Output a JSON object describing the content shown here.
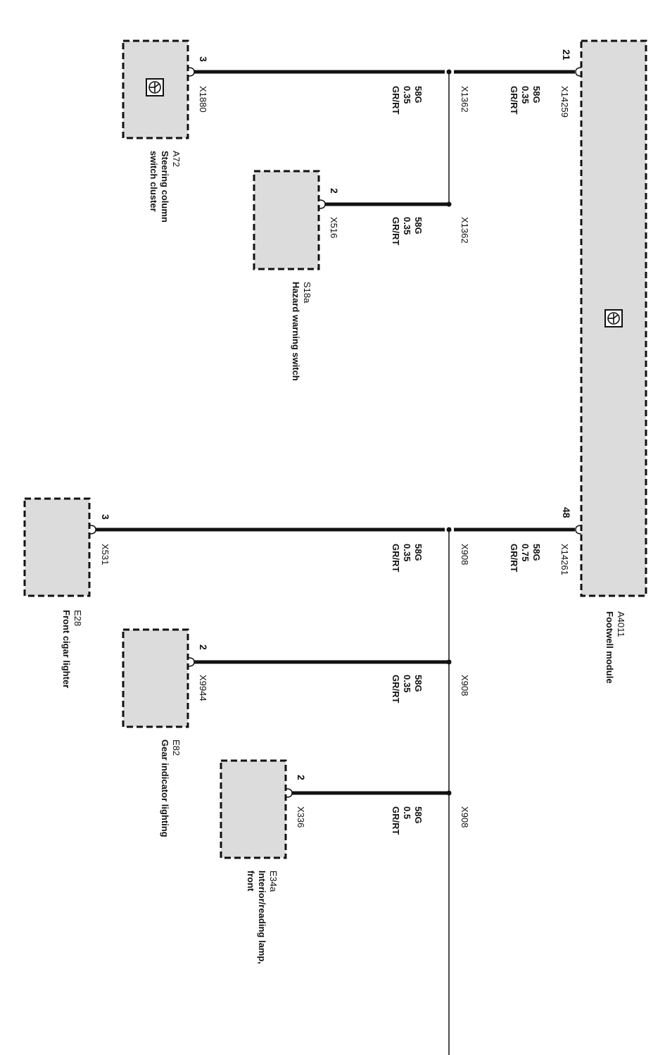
{
  "components": {
    "a4011": {
      "id": "A4011",
      "name": "Footwell module"
    },
    "a72": {
      "id": "A72",
      "name_line1": "Steering column",
      "name_line2": "switch cluster"
    },
    "s18a": {
      "id": "S18a",
      "name": "Hazard warning switch"
    },
    "e28": {
      "id": "E28",
      "name": "Front cigar lighter"
    },
    "e82": {
      "id": "E82",
      "name": "Gear indicator lighting"
    },
    "e34a": {
      "id": "E34a",
      "name_line1": "Interior/reading lamp,",
      "name_line2": "front"
    }
  },
  "wires": {
    "a4011_pin21": {
      "pin": "21",
      "connector": "X14259",
      "signal": "58G",
      "gauge": "0.35",
      "color": "GR/RT"
    },
    "a4011_pin48": {
      "pin": "48",
      "connector": "X14261",
      "signal": "58G",
      "gauge": "0.75",
      "color": "GR/RT"
    },
    "a72_pin3": {
      "pin": "3",
      "connector": "X1880",
      "signal": "58G",
      "gauge": "0.35",
      "color": "GR/RT"
    },
    "s18a_pin2": {
      "pin": "2",
      "connector": "X516",
      "signal": "58G",
      "gauge": "0.35",
      "color": "GR/RT"
    },
    "e28_pin3": {
      "pin": "3",
      "connector": "X531",
      "signal": "58G",
      "gauge": "0.35",
      "color": "GR/RT"
    },
    "e82_pin2": {
      "pin": "2",
      "connector": "X9944",
      "signal": "58G",
      "gauge": "0.35",
      "color": "GR/RT"
    },
    "e34a_pin2": {
      "pin": "2",
      "connector": "X336",
      "signal": "58G",
      "gauge": "0.5",
      "color": "GR/RT"
    }
  },
  "splices": {
    "x1362_top": "X1362",
    "x1362_lower": "X1362",
    "x908_top": "X908",
    "x908_mid": "X908",
    "x908_low": "X908"
  },
  "icons": {
    "module_symbol": "electronic-control-unit-icon"
  },
  "colors": {
    "box_fill": "#dcdcdc",
    "line": "#111111",
    "background": "#ffffff"
  }
}
